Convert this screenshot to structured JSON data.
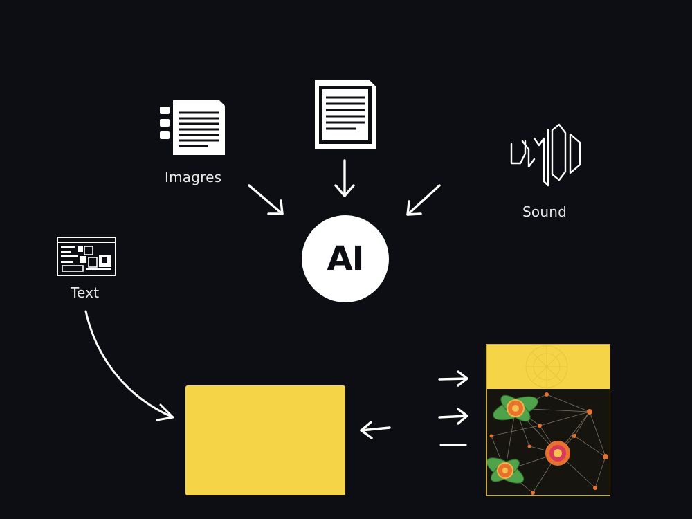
{
  "labels": {
    "images": "Imagres",
    "sound": "Sound",
    "text": "Text",
    "ai": "AI"
  },
  "colors": {
    "background": "#0c0e13",
    "foreground": "#ffffff",
    "box_yellow": "#f5d547",
    "network_orange": "#e8712b",
    "network_green": "#4fa34a"
  },
  "icons": {
    "images": "document-stack-icon",
    "center_doc": "document-icon",
    "sound": "sound-wave-icon",
    "text": "window-layout-icon"
  }
}
